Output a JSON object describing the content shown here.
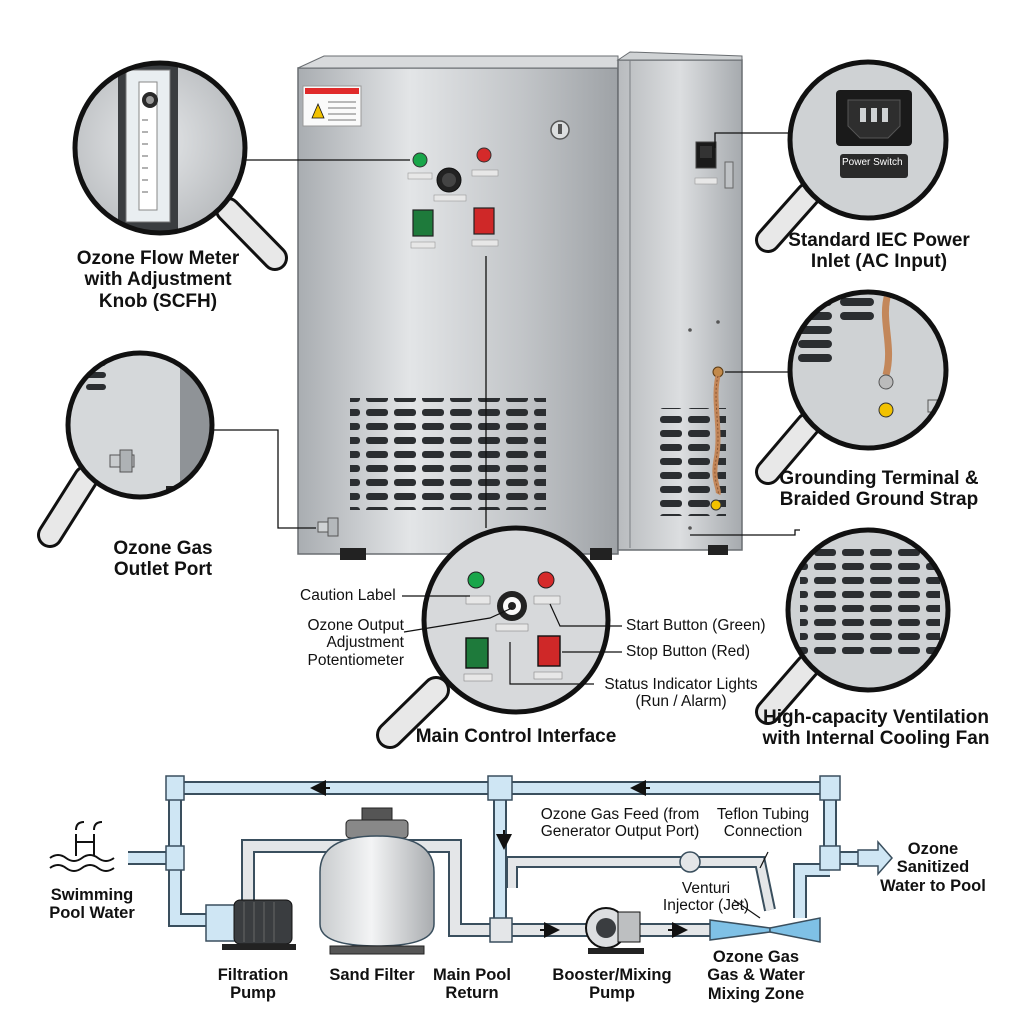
{
  "callouts": {
    "flow_meter": [
      "Ozone Flow Meter",
      "with Adjustment",
      "Knob (SCFH)"
    ],
    "gas_outlet": [
      "Ozone Gas",
      "Outlet Port"
    ],
    "power_inlet": [
      "Standard IEC Power",
      "Inlet (AC Input)"
    ],
    "grounding": [
      "Grounding Terminal &",
      "Braided Ground Strap"
    ],
    "ventilation": [
      "High-capacity Ventilation",
      "with Internal Cooling Fan"
    ],
    "main_control": "Main Control Interface"
  },
  "control_labels": {
    "caution": "Caution Label",
    "potentiometer": [
      "Ozone Output",
      "Adjustment",
      "Potentiometer"
    ],
    "start": "Start Button (Green)",
    "stop": "Stop Button (Red)",
    "status": [
      "Status Indicator Lights",
      "(Run / Alarm)"
    ]
  },
  "power_switch_label": "Power Switch",
  "plumbing": {
    "pool_water": [
      "Swimming",
      "Pool Water"
    ],
    "filtration_pump": [
      "Filtration",
      "Pump"
    ],
    "sand_filter": "Sand Filter",
    "main_return": [
      "Main Pool",
      "Return"
    ],
    "booster_pump": [
      "Booster/Mixing",
      "Pump"
    ],
    "mixing_zone": [
      "Ozone Gas",
      "Gas & Water",
      "Mixing Zone"
    ],
    "gas_feed": [
      "Ozone Gas Feed (from",
      "Generator Output Port)"
    ],
    "teflon": [
      "Teflon Tubing",
      "Connection"
    ],
    "venturi": [
      "Venturi",
      "Injector (Jet)"
    ],
    "sanitized": [
      "Ozone",
      "Sanitized",
      "Water to Pool"
    ]
  },
  "colors": {
    "steel": "#c9cccf",
    "pipe_blue": "#cfe6f4",
    "pipe_outline": "#3a4f5e",
    "start_green": "#19a64a",
    "stop_red": "#d52a2a"
  }
}
